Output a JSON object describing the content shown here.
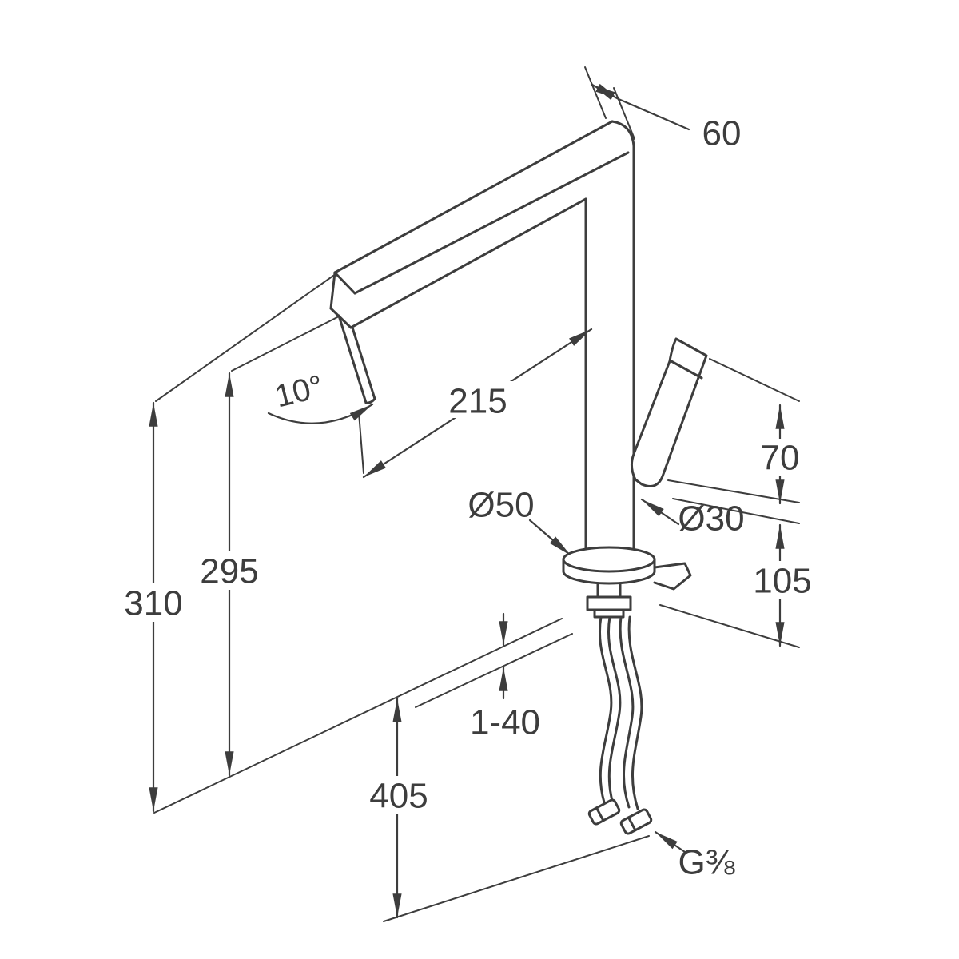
{
  "drawing": {
    "type": "faucet-dimension-drawing",
    "colors": {
      "line": "#3d3d3d",
      "background": "#ffffff"
    },
    "labels": {
      "spout_depth": "60",
      "swivel_angle": "10°",
      "spout_reach": "215",
      "handle_height": "70",
      "base_diameter": "Ø50",
      "spout_diameter": "Ø30",
      "height_to_spout_underside": "295",
      "total_height": "310",
      "handle_to_deck": "105",
      "deck_thickness_range": "1-40",
      "hose_length_below_deck": "405",
      "connection_thread": "G⅜"
    }
  }
}
